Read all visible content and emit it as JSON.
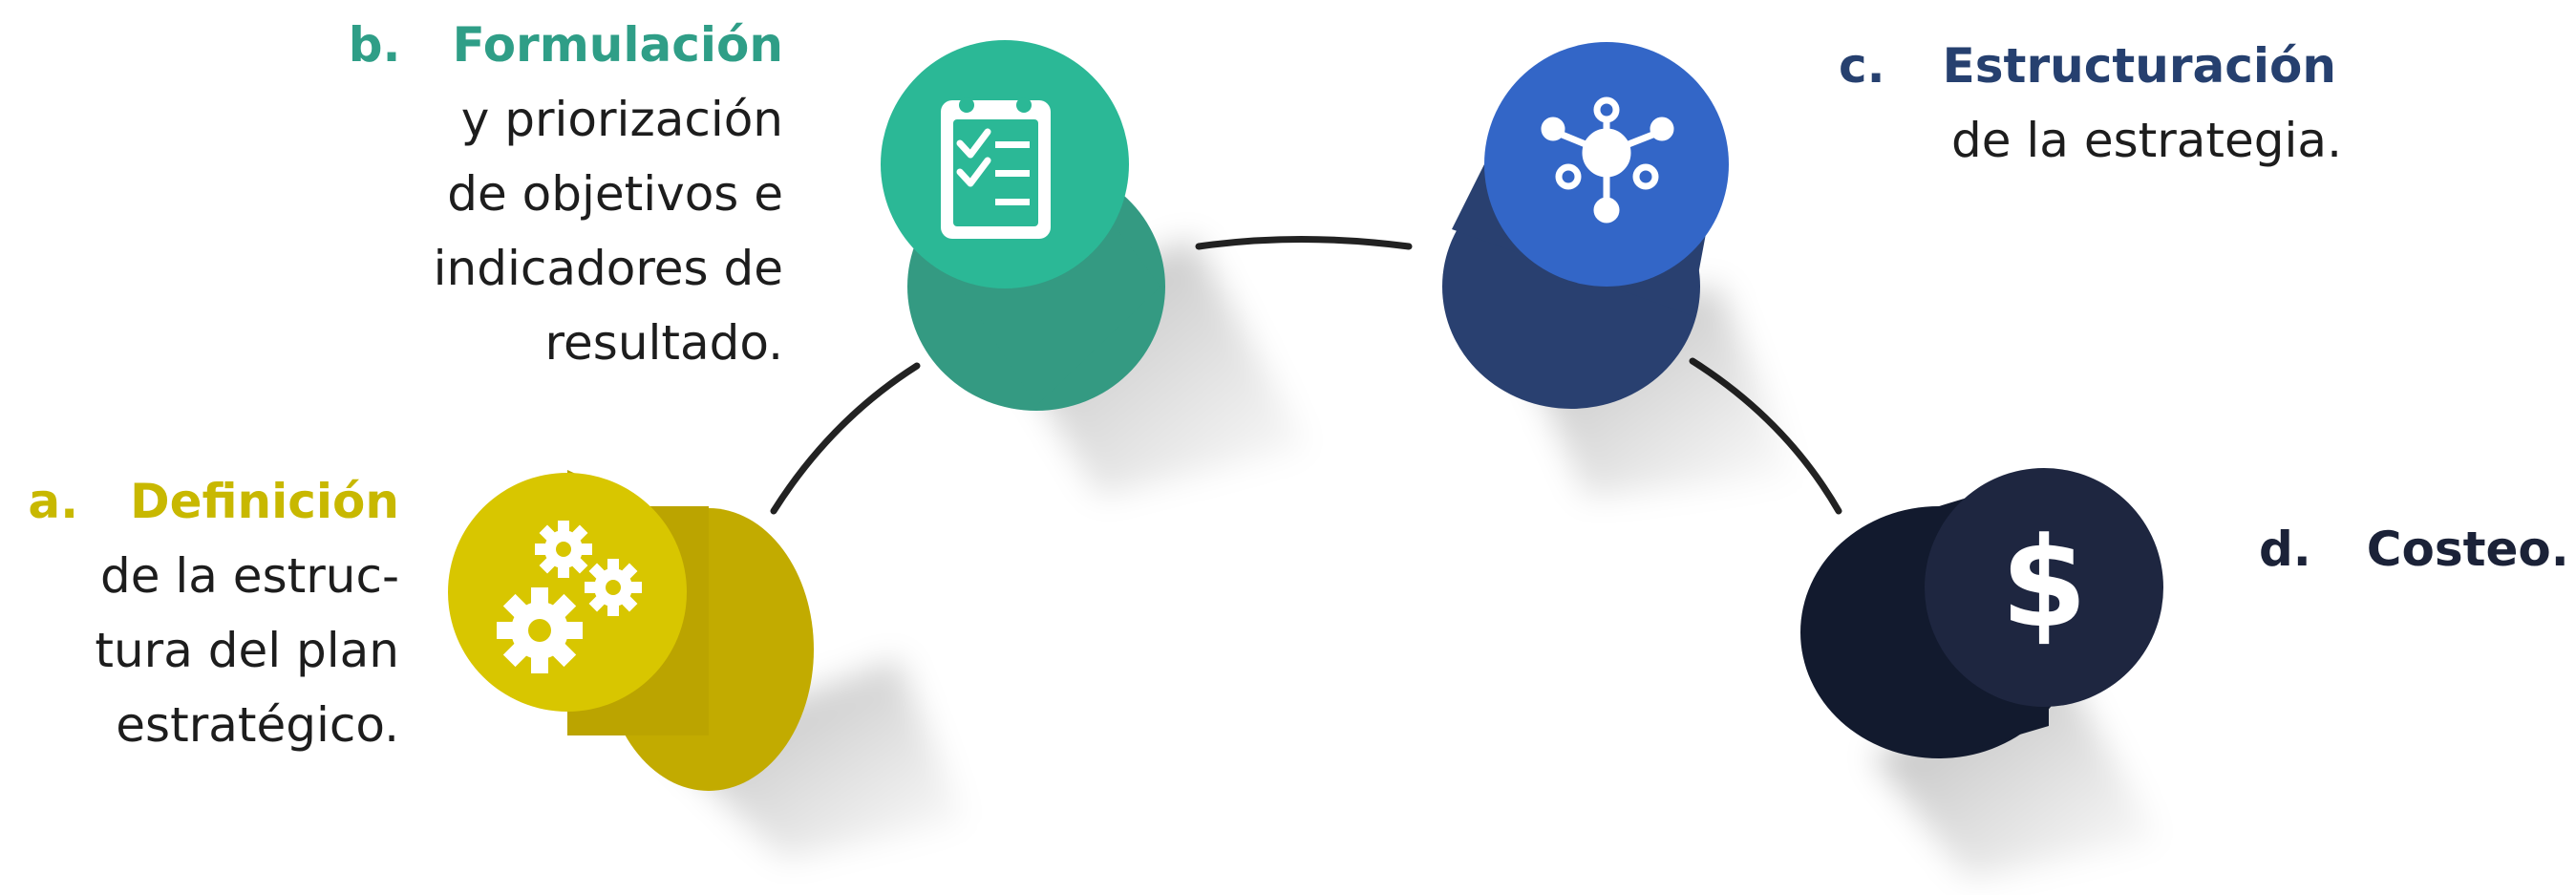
{
  "colors": {
    "yellow": "#c8b800",
    "green": "#2f9e87",
    "blue": "#26406f",
    "navy": "#1b2238",
    "text": "#1d1d1d",
    "connector": "#222222"
  },
  "steps": [
    {
      "letter": "a.",
      "title": "Definición",
      "body": "de la estruc-\ntura del plan\nestratégico.",
      "icon": "gears-icon"
    },
    {
      "letter": "b.",
      "title": "Formulación",
      "body": "y priorización\nde objetivos e\nindicadores de\nresultado.",
      "icon": "checklist-icon"
    },
    {
      "letter": "c.",
      "title": "Estructuración",
      "body": "de la estrategia.",
      "icon": "network-icon"
    },
    {
      "letter": "d.",
      "title": "Costeo.",
      "body": "",
      "icon": "dollar-icon"
    }
  ]
}
